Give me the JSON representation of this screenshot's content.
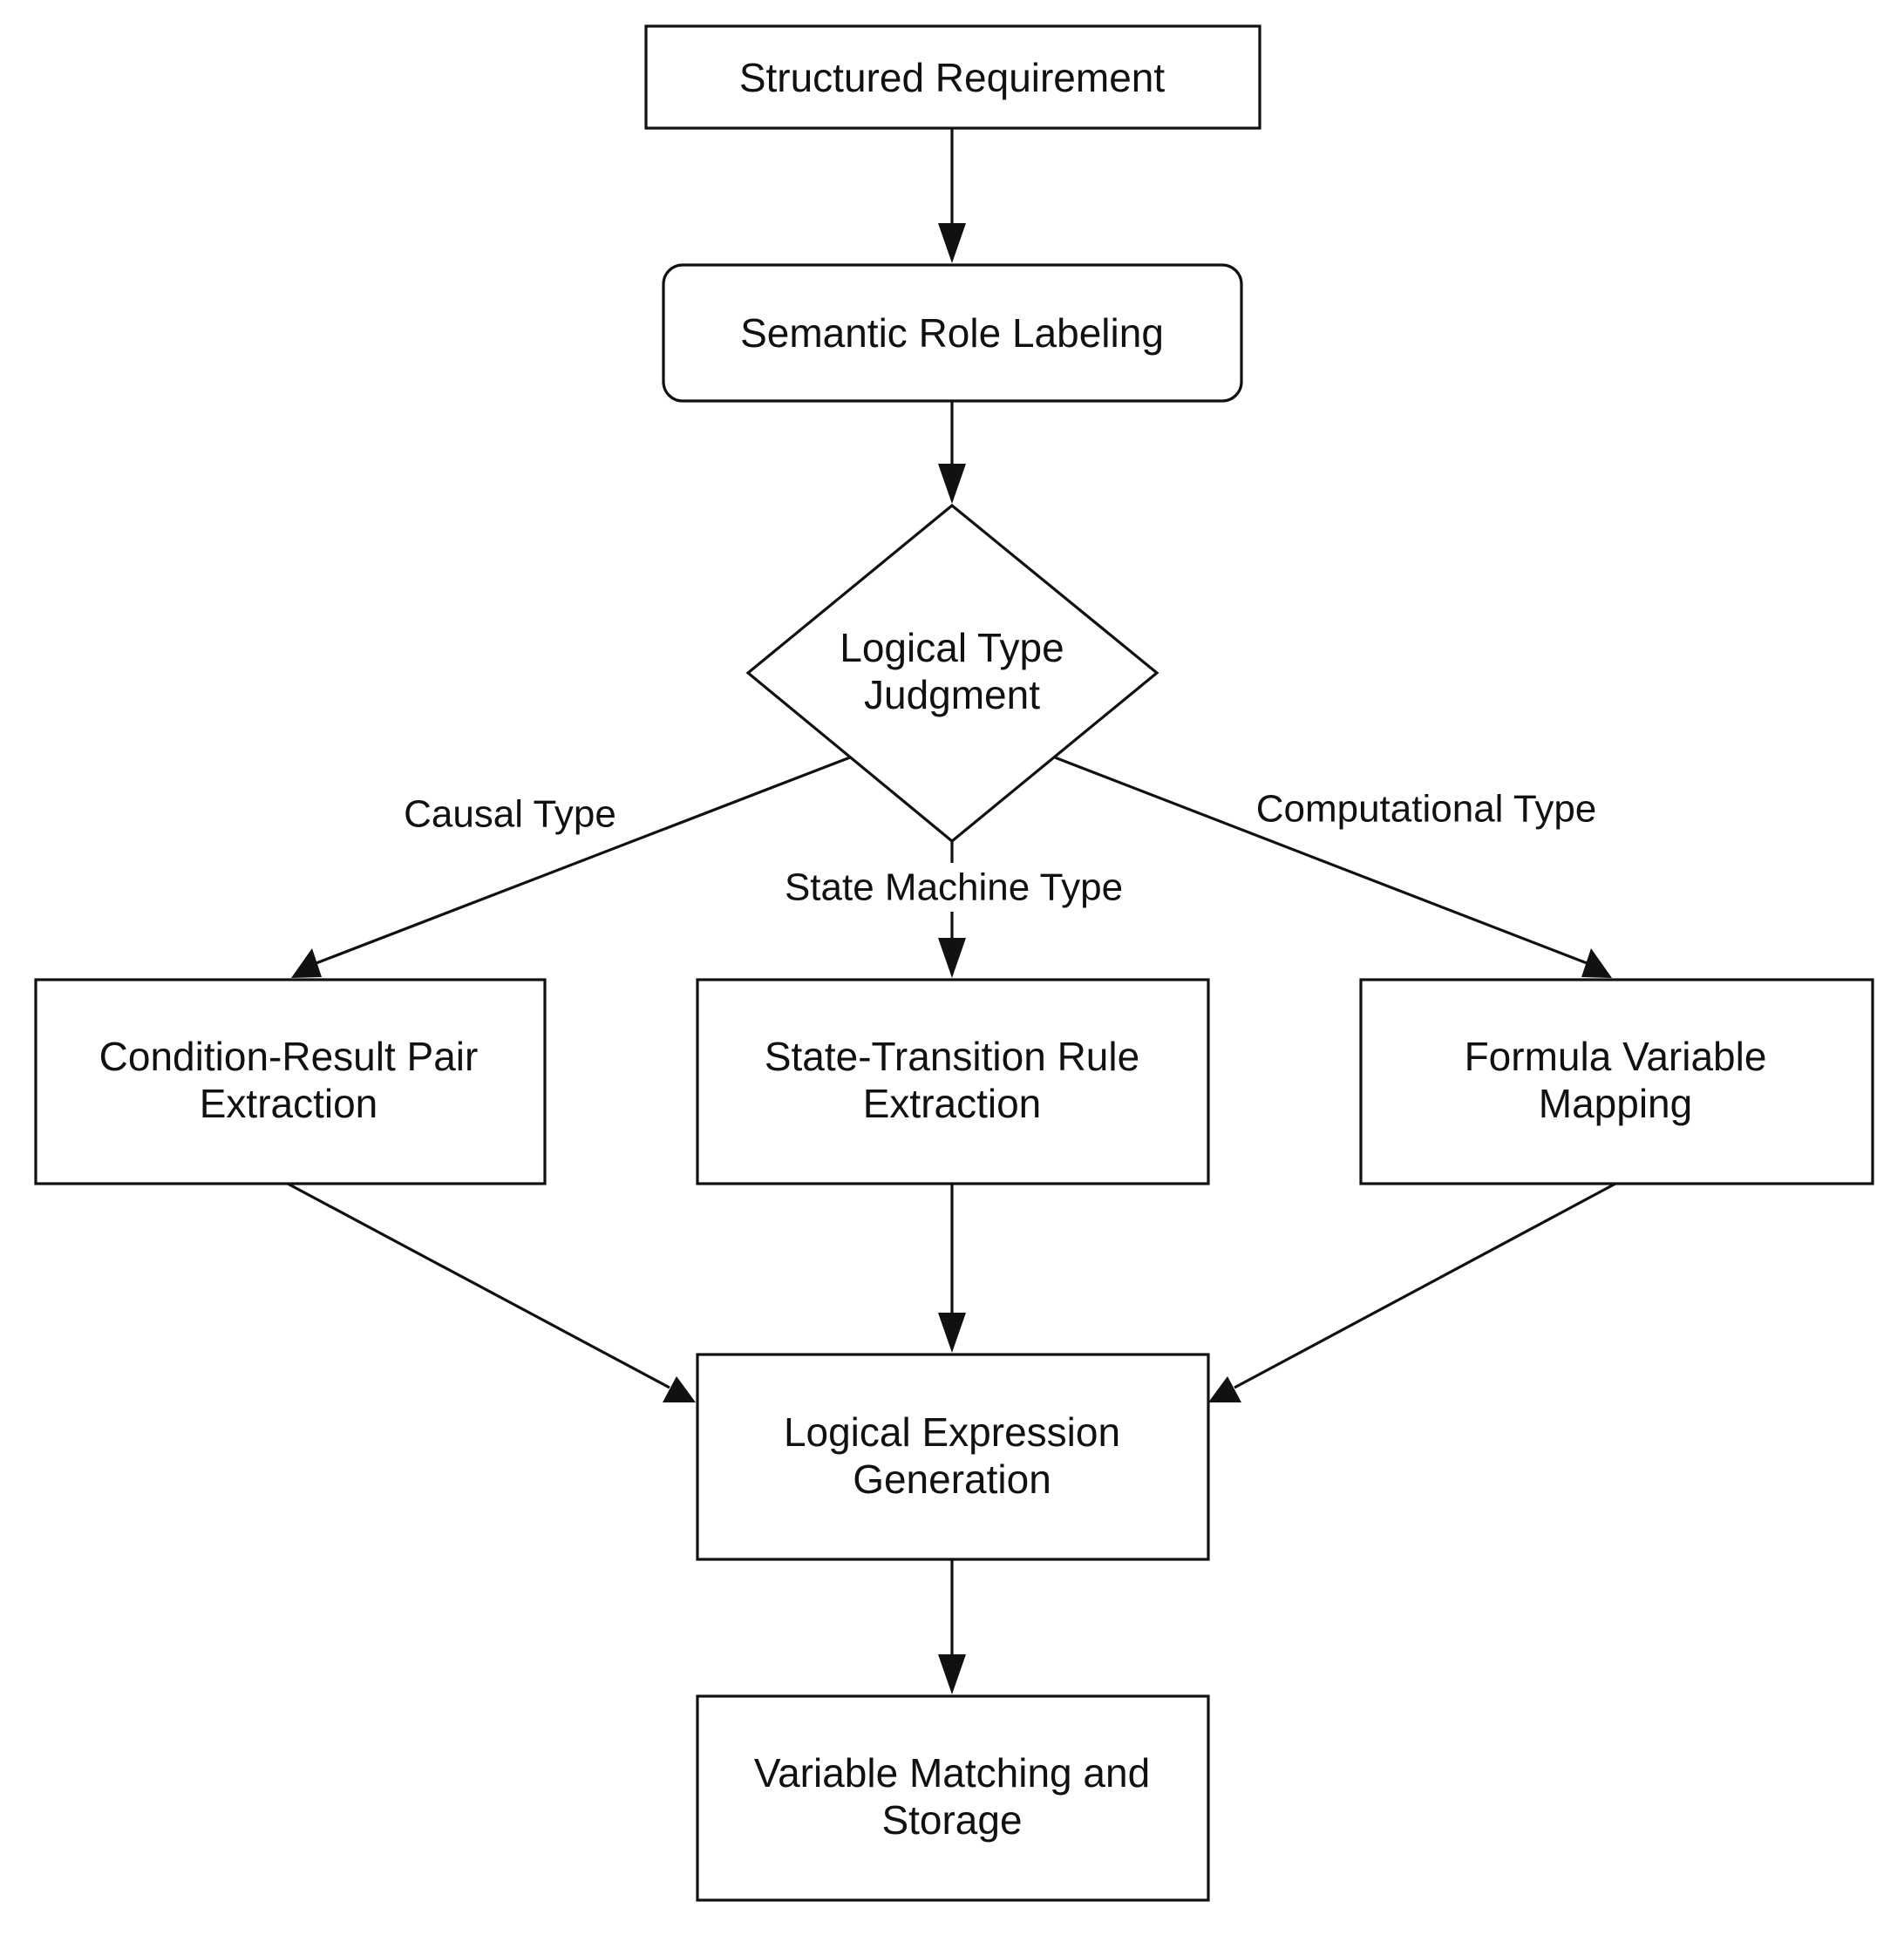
{
  "diagram": {
    "nodes": {
      "structured_requirement": {
        "lines": [
          "Structured Requirement"
        ]
      },
      "semantic_role_labeling": {
        "lines": [
          "Semantic Role Labeling"
        ]
      },
      "logical_type_judgment": {
        "lines": [
          "Logical Type",
          "Judgment"
        ]
      },
      "condition_result": {
        "lines": [
          "Condition-Result Pair",
          "Extraction"
        ]
      },
      "state_transition": {
        "lines": [
          "State-Transition Rule",
          "Extraction"
        ]
      },
      "formula_variable": {
        "lines": [
          "Formula Variable",
          "Mapping"
        ]
      },
      "logical_expression": {
        "lines": [
          "Logical Expression",
          "Generation"
        ]
      },
      "variable_matching": {
        "lines": [
          "Variable Matching and",
          "Storage"
        ]
      }
    },
    "edge_labels": {
      "causal": "Causal Type",
      "state_machine": "State Machine Type",
      "computational": "Computational Type"
    },
    "colors": {
      "stroke": "#111111",
      "fill": "#ffffff",
      "background": "#ffffff"
    }
  }
}
